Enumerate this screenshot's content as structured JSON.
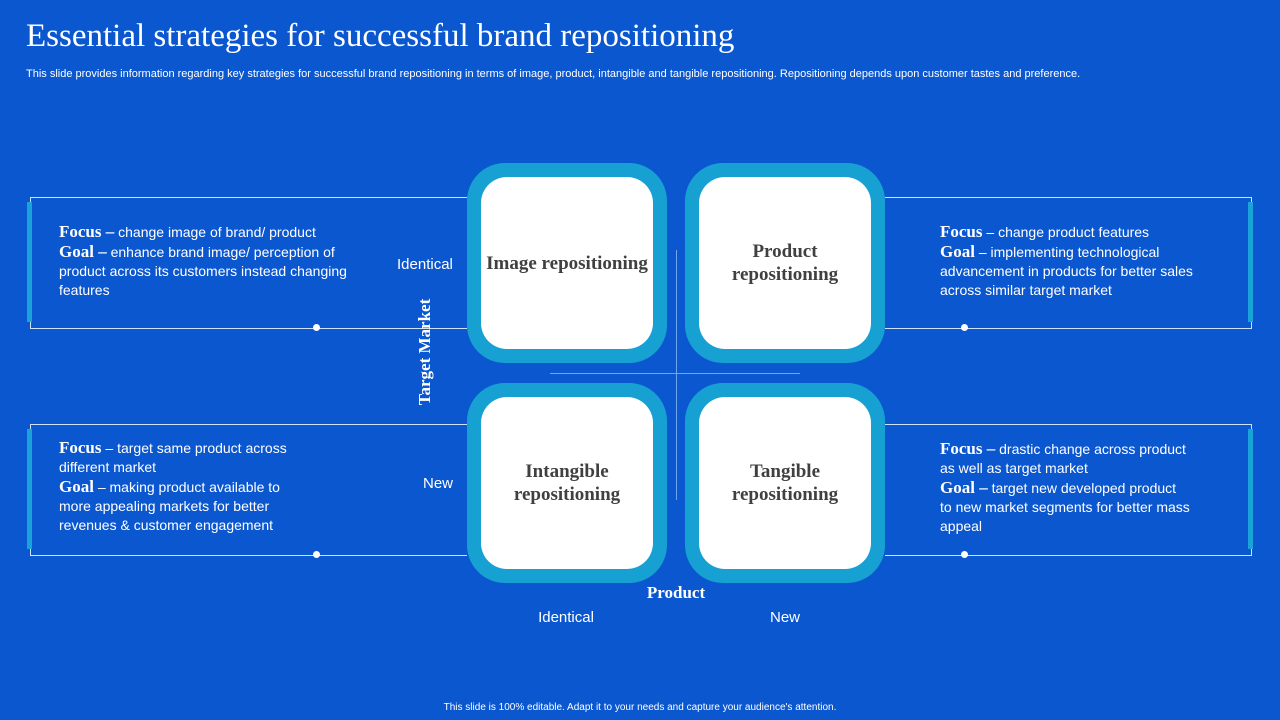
{
  "header": {
    "title": "Essential strategies for successful brand repositioning",
    "subtitle": "This slide provides information regarding key strategies for successful brand repositioning in terms of image, product, intangible and tangible repositioning. Repositioning depends upon customer tastes and preference."
  },
  "quadrants": {
    "top_left": "Image repositioning",
    "top_right": "Product repositioning",
    "bottom_left": "Intangible repositioning",
    "bottom_right": "Tangible repositioning"
  },
  "axes": {
    "y_title": "Target Market",
    "y_top": "Identical",
    "y_bottom": "New",
    "x_title": "Product",
    "x_left": "Identical",
    "x_right": "New"
  },
  "boxes": {
    "top_left": {
      "focus_key": "Focus –",
      "focus": " change image of brand/ product",
      "goal_key": "Goal –",
      "goal": " enhance brand image/ perception of product across its customers instead changing features"
    },
    "top_right": {
      "focus_key": "Focus",
      "focus": " – change product features",
      "goal_key": "Goal",
      "goal": " – implementing technological advancement in products for better sales across similar target market"
    },
    "bottom_left": {
      "focus_key": "Focus",
      "focus": " –  target same product across different market",
      "goal_key": "Goal",
      "goal": " – making product available to more appealing markets for better revenues & customer engagement"
    },
    "bottom_right": {
      "focus_key": "Focus –",
      "focus": " drastic change across product as well as target market",
      "goal_key": "Goal –",
      "goal": " target new developed product to new market segments for better mass appeal"
    }
  },
  "footer": {
    "note": "This slide is 100% editable.  Adapt it to your needs and capture your audience's attention."
  }
}
